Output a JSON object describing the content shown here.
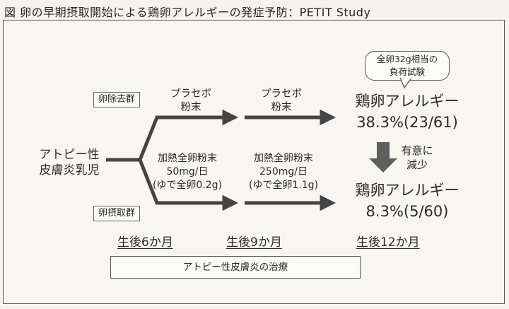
{
  "figure_title": "図 卵の早期摂取開始による鶏卵アレルギーの発症予防：PETIT Study",
  "subject": [
    "アトピー性",
    "皮膚炎乳児"
  ],
  "groups": {
    "removal": "卵除去群",
    "intake": "卵摂取群"
  },
  "placebo": {
    "phase1": [
      "プラセボ",
      "粉末"
    ],
    "phase2": [
      "プラセボ",
      "粉末"
    ]
  },
  "egg_powder": {
    "phase1": [
      "加熱全卵粉末",
      "50mg/日",
      "(ゆで全卵0.2g)"
    ],
    "phase2": [
      "加熱全卵粉末",
      "250mg/日",
      "(ゆで全卵1.1g)"
    ]
  },
  "callout": [
    "全卵32g相当の",
    "負荷試験"
  ],
  "results": {
    "top_label": "鶏卵アレルギー",
    "top_value": "38.3%(23/61)",
    "bottom_label": "鶏卵アレルギー",
    "bottom_value": "8.3%(5/60)",
    "significance": [
      "有意に",
      "減少"
    ]
  },
  "ages": [
    "生後6か月",
    "生後9か月",
    "生後12か月"
  ],
  "treatment": "アトピー性皮膚炎の治療"
}
